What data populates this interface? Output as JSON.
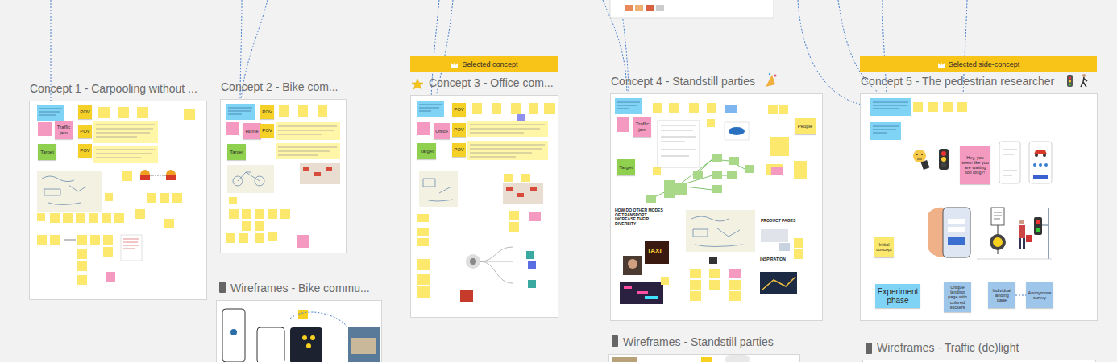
{
  "diagram": {
    "nodes": [
      {
        "text": [
          "Concept 1 - Carpooling without ..."
        ]
      },
      {
        "text": [
          "Traffic jam"
        ],
        "in": 0
      },
      {
        "text": [
          "POV"
        ],
        "in": 0
      },
      {
        "text": [
          "POV"
        ],
        "in": 0
      },
      {
        "text": [
          "Target"
        ],
        "in": 0
      },
      {
        "text": [
          "POV"
        ],
        "in": 0
      },
      {
        "text": [
          "Concept 2 - Bike com..."
        ]
      },
      {
        "text": [
          "POV"
        ],
        "in": 6
      },
      {
        "text": [
          "Home"
        ],
        "in": 6
      },
      {
        "text": [
          "POV"
        ],
        "in": 6
      },
      {
        "text": [
          "Target"
        ],
        "in": 6
      },
      {
        "text": [
          "Concept 3 - Office com..."
        ]
      },
      {
        "text": [
          "POV"
        ],
        "in": 11
      },
      {
        "text": [
          "Office"
        ],
        "in": 11
      },
      {
        "text": [
          "POV"
        ],
        "in": 11
      },
      {
        "text": [
          "Target"
        ],
        "in": 11
      },
      {
        "text": [
          "POV"
        ],
        "in": 11
      },
      {
        "text": [
          "Concept 4 - Standstill parties"
        ]
      },
      {
        "text": [
          "Traffic jam"
        ],
        "in": 17
      },
      {
        "text": [
          "Target"
        ],
        "in": 17
      },
      {
        "text": [
          "People"
        ],
        "in": 17
      },
      {
        "text": [
          "Concept 5 - The pedestrian researcher"
        ]
      },
      {
        "text": [
          "Hey, you seem like you are waiting too long?!"
        ],
        "in": 21
      },
      {
        "text": [
          "Initial concept"
        ],
        "in": 21
      },
      {
        "text": [
          "Experiment phase"
        ],
        "in": 21
      },
      {
        "text": [
          "Unique landing page with colored stickers"
        ],
        "in": 21
      },
      {
        "text": [
          "Individual landing page"
        ],
        "in": 21
      },
      {
        "text": [
          "Anonymous survey"
        ],
        "in": 21
      },
      {
        "text": [
          "Selected concept"
        ]
      },
      {
        "text": [
          "Selected side-concept"
        ]
      },
      {
        "text": [
          "Wireframes - Bike commu..."
        ]
      },
      {
        "text": [
          "Wireframes - Standstill parties"
        ]
      },
      {
        "text": [
          "Wireframes - Traffic (de)light"
        ]
      }
    ],
    "edges": [
      {
        "from": 26,
        "to": 27,
        "arrow": "none"
      }
    ],
    "labels": [
      "TAXI",
      "HOW DO OTHER MODES OF TRANSPORT INCREASE THEIR DIVERSITY",
      "PRODUCT PAGES",
      "INSPIRATION"
    ]
  }
}
